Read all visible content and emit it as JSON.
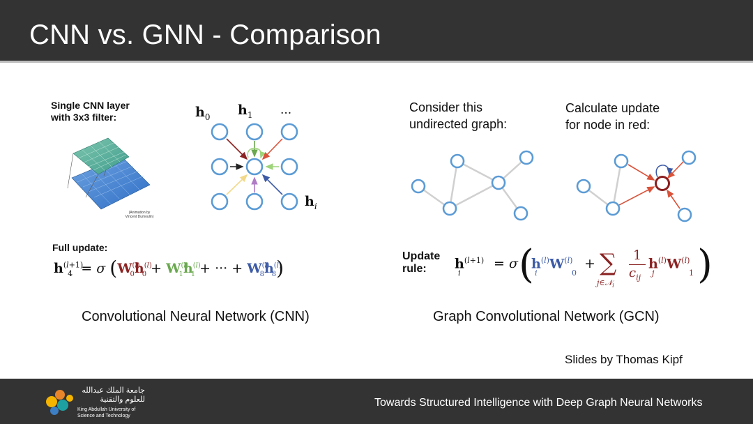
{
  "slide": {
    "title": "CNN vs. GNN - Comparison",
    "credit": "Slides by Thomas Kipf",
    "footer_text": "Towards Structured Intelligence with Deep Graph Neural Networks"
  },
  "logo": {
    "arabic_line1": "جامعة الملك عبدالله",
    "arabic_line2": "للعلوم والتقنية",
    "english_line1": "King Abdullah University of",
    "english_line2": "Science and Technology"
  },
  "cnn": {
    "filter_label_line1": "Single CNN layer",
    "filter_label_line2": "with 3x3 filter:",
    "animation_note_line1": "(Animation by",
    "animation_note_line2": "Vincent Dumoulin)",
    "h0_label": "h",
    "h0_sub": "0",
    "h1_label": "h",
    "h1_sub": "1",
    "ellipsis": "...",
    "hi_label": "h",
    "hi_sub": "i",
    "full_update_label": "Full update:",
    "caption": "Convolutional Neural Network (CNN)"
  },
  "gcn": {
    "consider_line1": "Consider this",
    "consider_line2": "undirected graph:",
    "calculate_line1": "Calculate update",
    "calculate_line2": "for node in red:",
    "update_rule_line1": "Update",
    "update_rule_line2": "rule:",
    "caption": "Graph Convolutional Network (GCN)"
  },
  "colors": {
    "header_bg": "#333333",
    "node_stroke": "#5b9bd5",
    "red_node": "#8b1e1e",
    "red_arrow": "#d9533a",
    "green": "#6aa84f",
    "blue": "#3c5aa6",
    "darkred": "#8b2323",
    "purple": "#b07cc6",
    "yellow": "#f2d98a"
  }
}
